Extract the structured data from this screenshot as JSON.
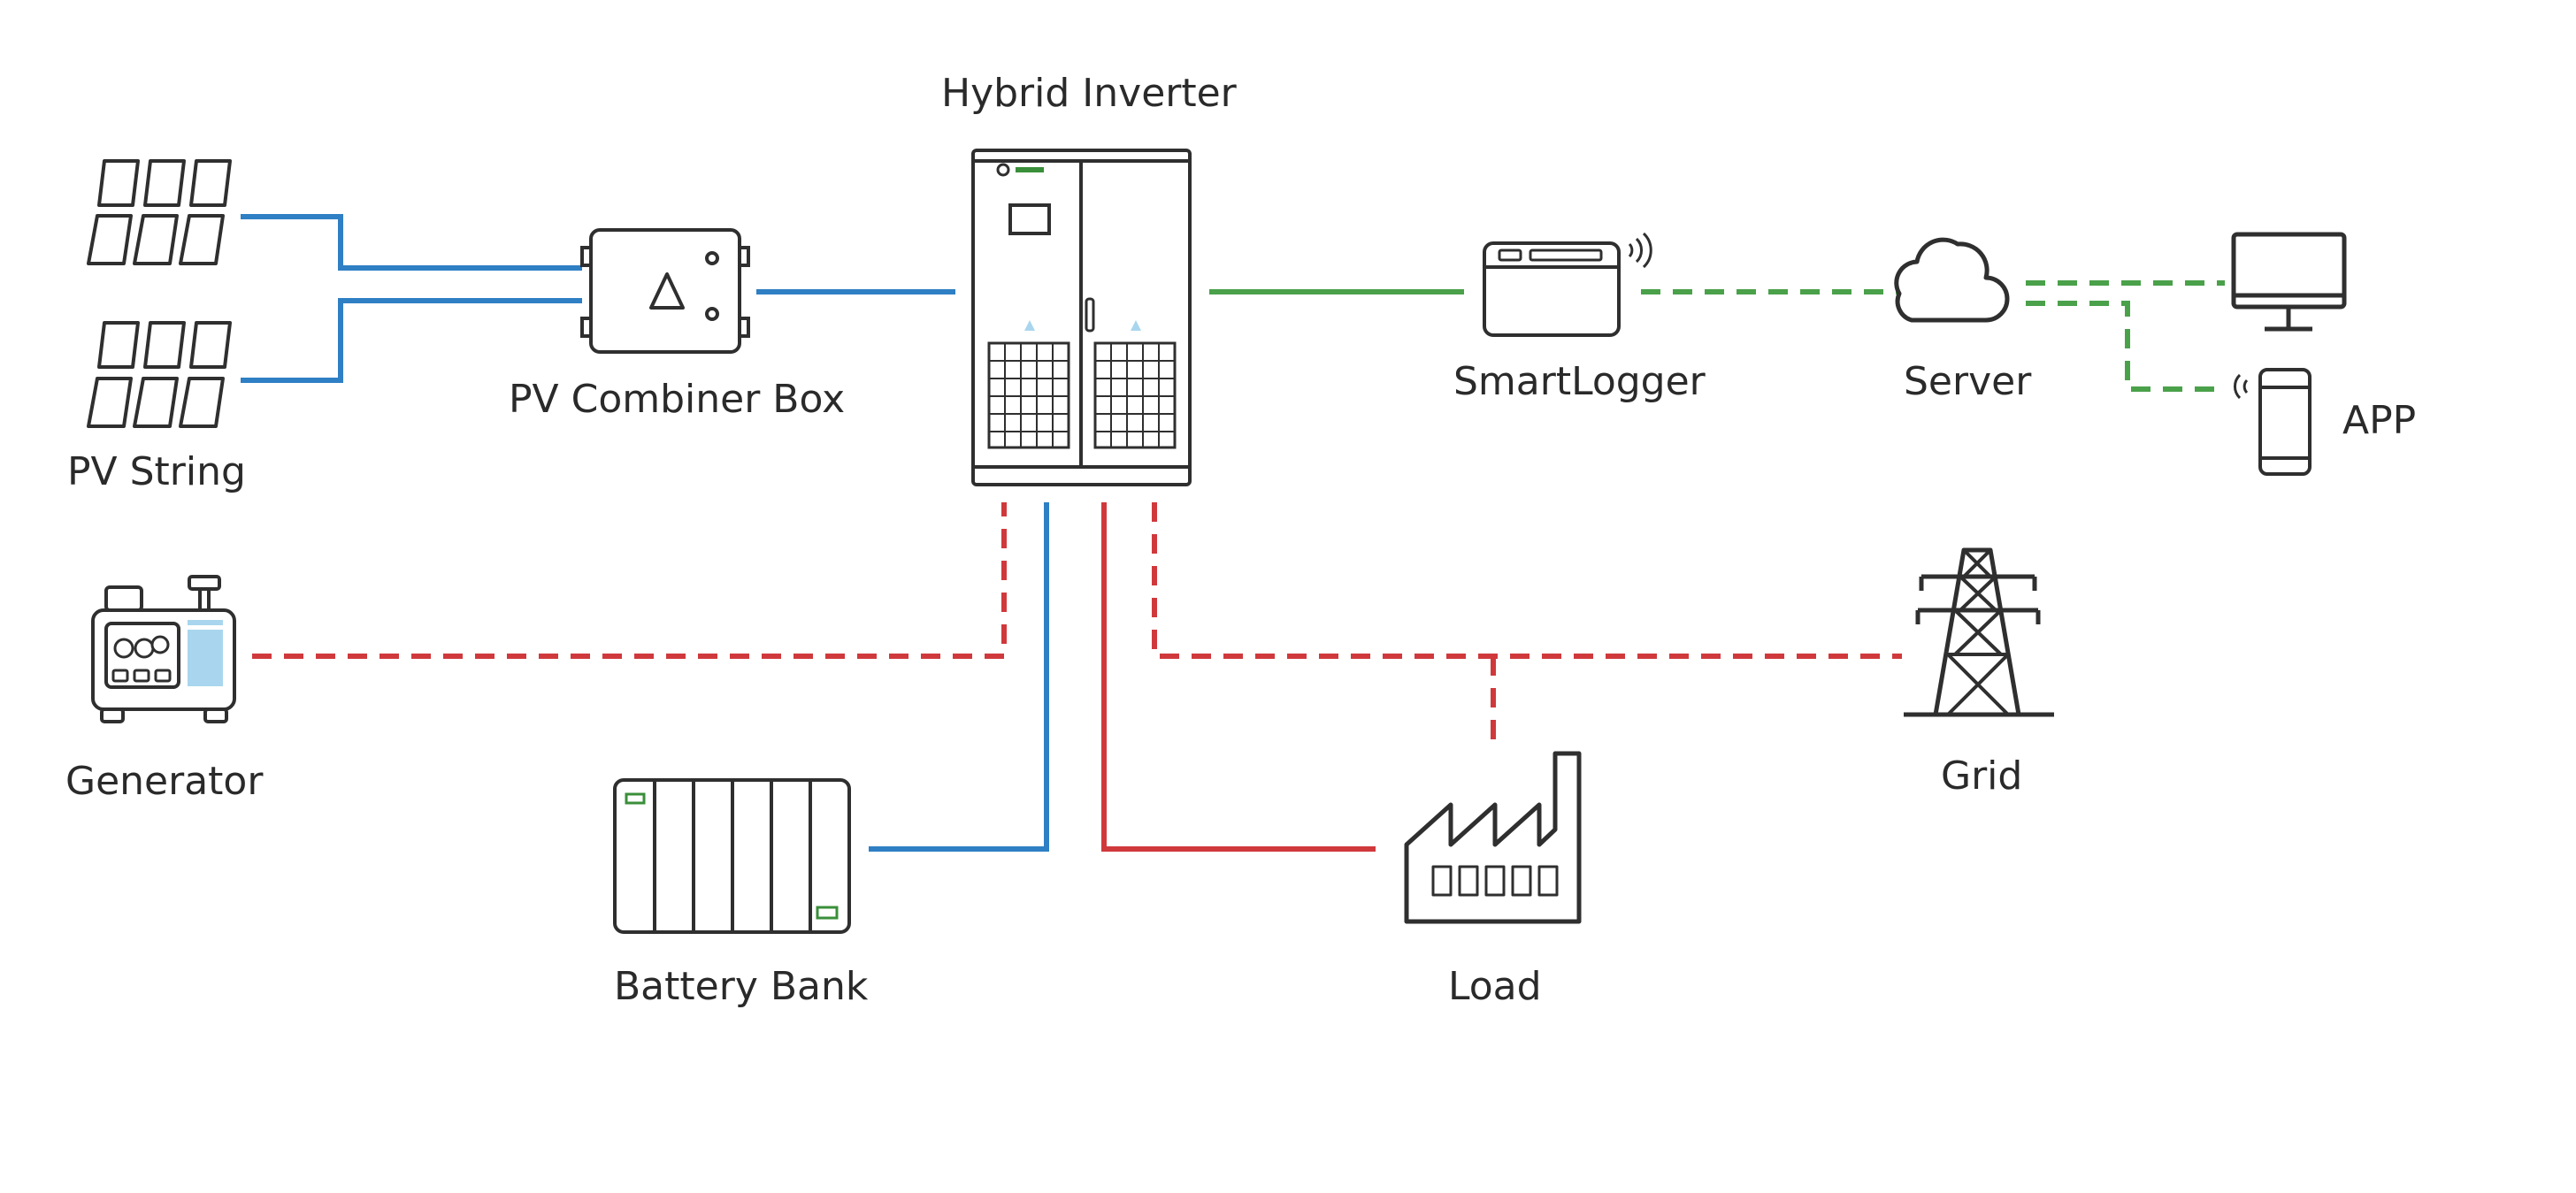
{
  "nodes": {
    "hybrid_inverter": {
      "label": "Hybrid Inverter"
    },
    "pv_string": {
      "label": "PV String"
    },
    "pv_combiner_box": {
      "label": "PV Combiner Box"
    },
    "smartlogger": {
      "label": "SmartLogger"
    },
    "server": {
      "label": "Server"
    },
    "app": {
      "label": "APP"
    },
    "generator": {
      "label": "Generator"
    },
    "battery_bank": {
      "label": "Battery Bank"
    },
    "load": {
      "label": "Load"
    },
    "grid": {
      "label": "Grid"
    }
  },
  "colors": {
    "dc_link": "#2e7fc4",
    "ac_link": "#d0393c",
    "comm_link": "#4aa14a",
    "outline": "#2f2f2f",
    "panel_fill": "#ffffff",
    "accent_blue": "#a9d6ee",
    "accent_green": "#3a8f3a"
  }
}
